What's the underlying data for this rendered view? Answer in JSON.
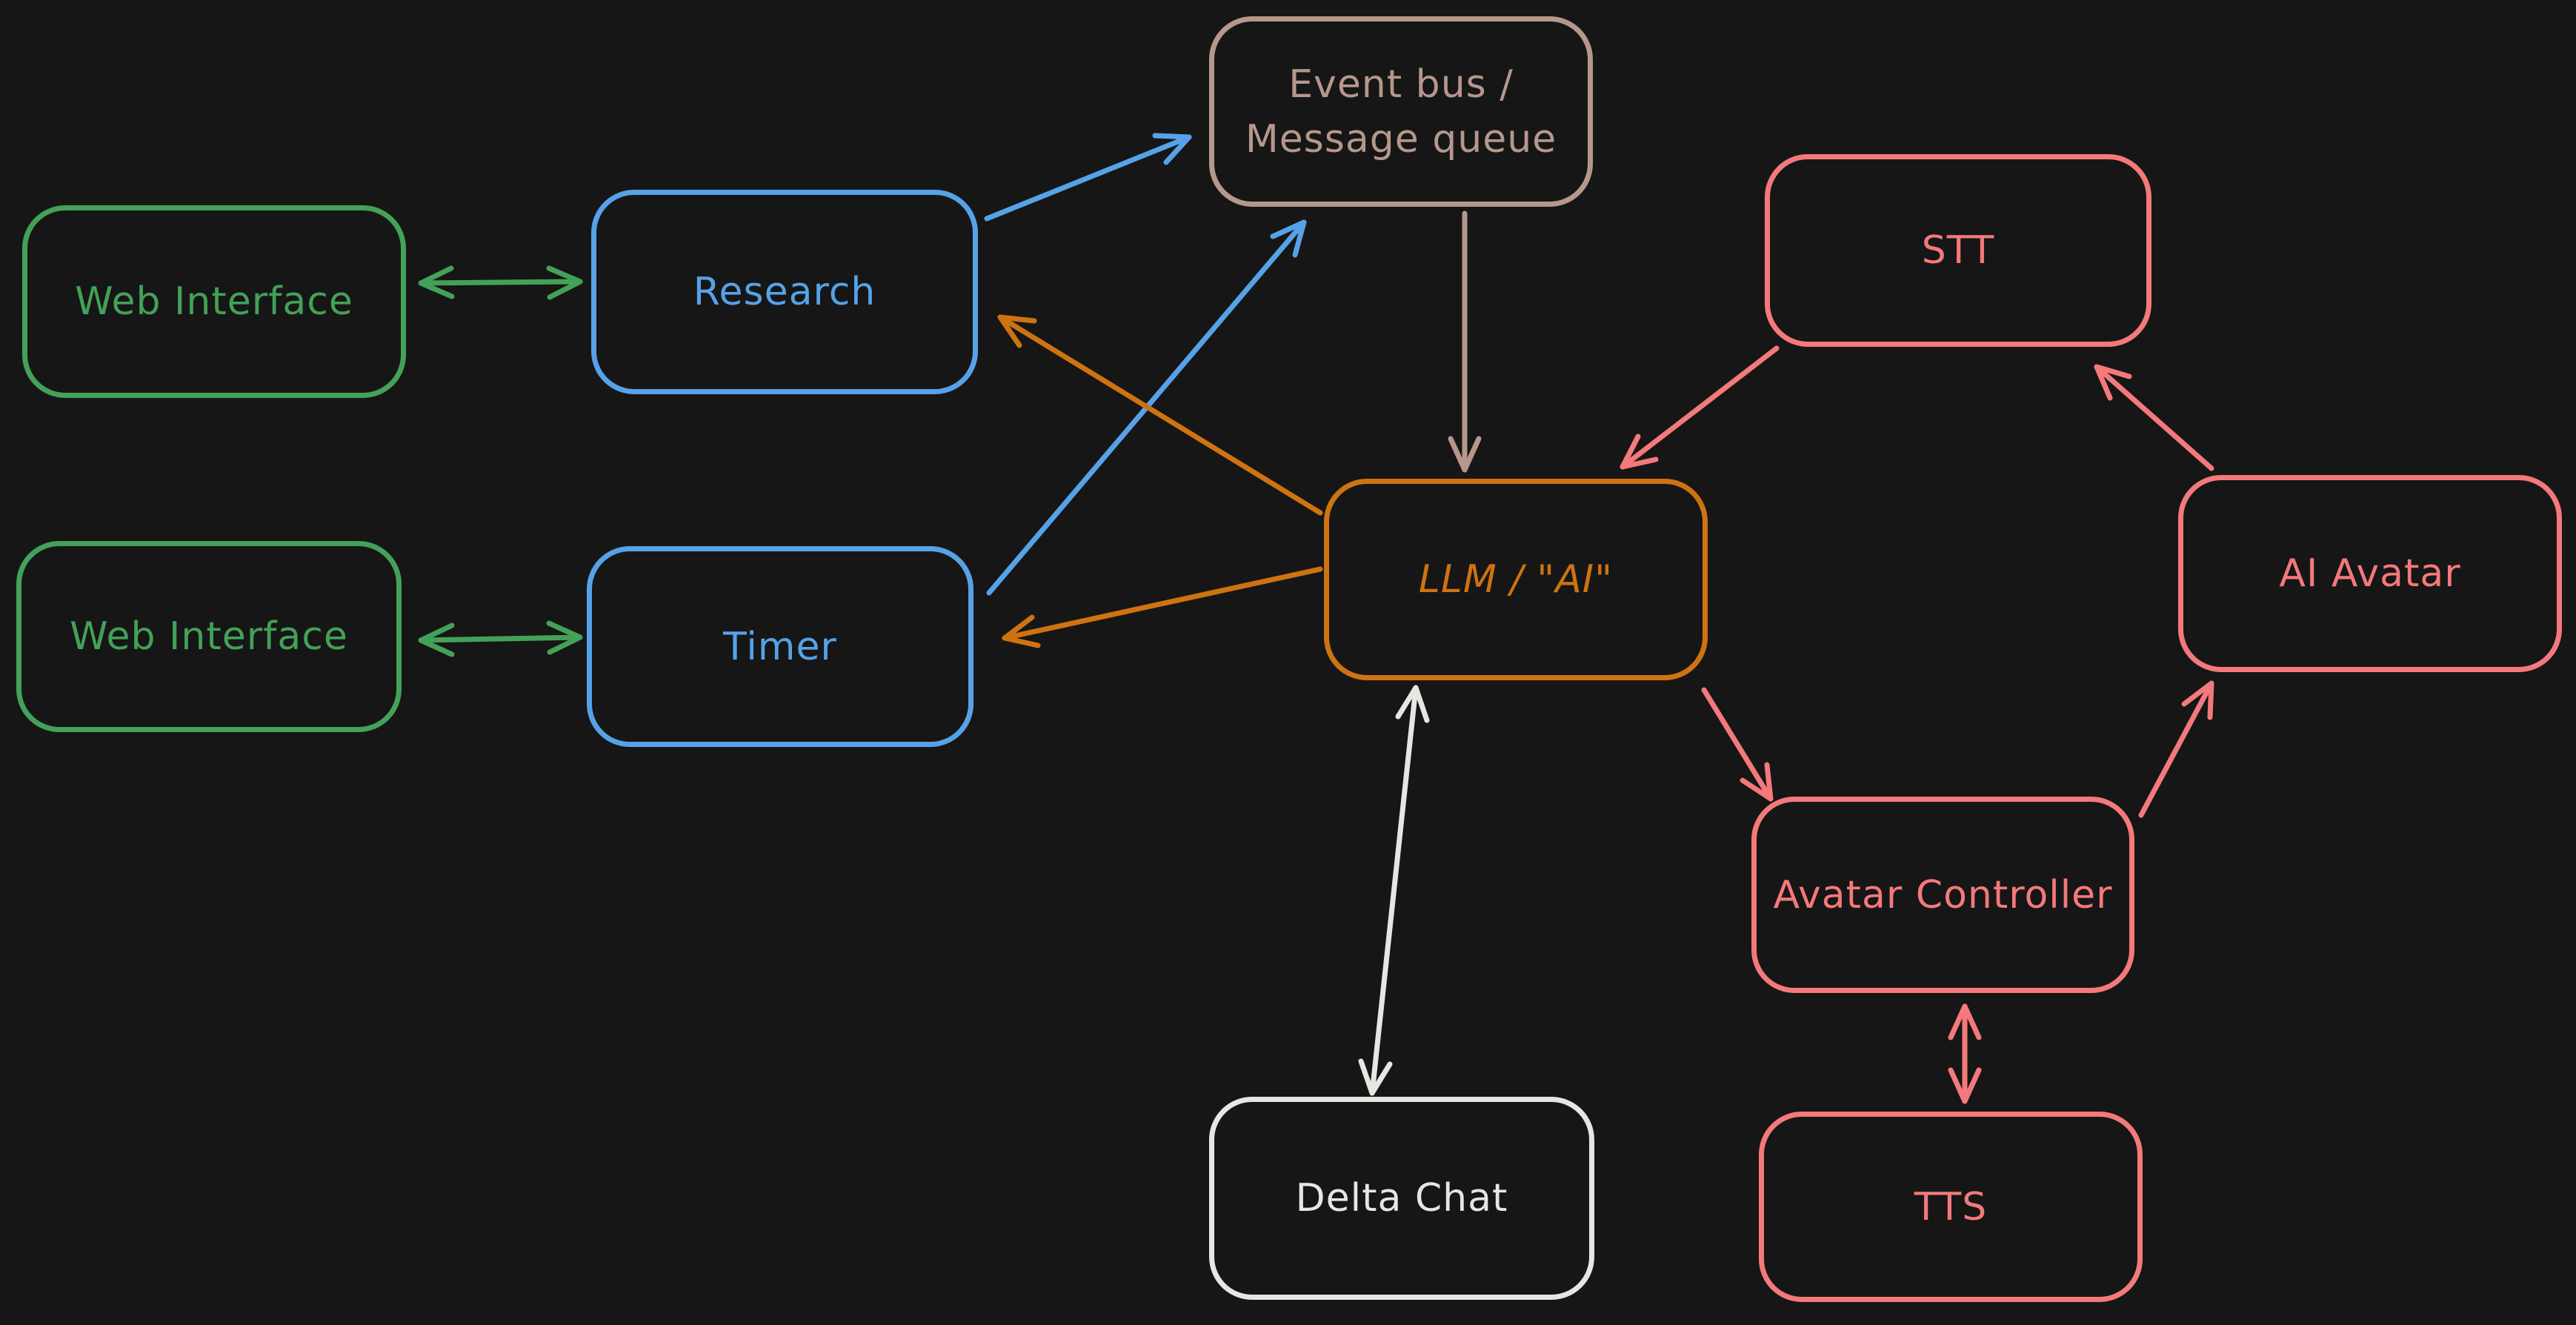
{
  "canvas": {
    "background": "#161616"
  },
  "colors": {
    "green": "#43a158",
    "blue": "#56a2e8",
    "orange": "#ce7311",
    "taupe": "#b6978c",
    "pink": "#f4797b",
    "white": "#e8e6e3"
  },
  "nodes": {
    "web_interface_1": {
      "label": "Web Interface",
      "color": "green"
    },
    "web_interface_2": {
      "label": "Web Interface",
      "color": "green"
    },
    "research": {
      "label": "Research",
      "color": "blue"
    },
    "timer": {
      "label": "Timer",
      "color": "blue"
    },
    "event_bus": {
      "label_line1": "Event bus /",
      "label_line2": "Message queue",
      "color": "taupe"
    },
    "llm": {
      "label": "LLM / \"AI\"",
      "color": "orange"
    },
    "delta_chat": {
      "label": "Delta Chat",
      "color": "white"
    },
    "stt": {
      "label": "STT",
      "color": "pink"
    },
    "ai_avatar": {
      "label": "AI Avatar",
      "color": "pink"
    },
    "avatar_controller": {
      "label": "Avatar Controller",
      "color": "pink"
    },
    "tts": {
      "label": "TTS",
      "color": "pink"
    }
  },
  "edges": {
    "web1-research": {
      "from": "web_interface_1",
      "to": "research",
      "color": "green",
      "bidirectional": true
    },
    "web2-timer": {
      "from": "web_interface_2",
      "to": "timer",
      "color": "green",
      "bidirectional": true
    },
    "research-eventbus": {
      "from": "research",
      "to": "event_bus",
      "color": "blue",
      "bidirectional": false
    },
    "timer-eventbus": {
      "from": "timer",
      "to": "event_bus",
      "color": "blue",
      "bidirectional": false
    },
    "eventbus-llm": {
      "from": "event_bus",
      "to": "llm",
      "color": "taupe",
      "bidirectional": false
    },
    "llm-research": {
      "from": "llm",
      "to": "research",
      "color": "orange",
      "bidirectional": false
    },
    "llm-timer": {
      "from": "llm",
      "to": "timer",
      "color": "orange",
      "bidirectional": false
    },
    "llm-deltachat": {
      "from": "llm",
      "to": "delta_chat",
      "color": "white",
      "bidirectional": true
    },
    "stt-llm": {
      "from": "stt",
      "to": "llm",
      "color": "pink",
      "bidirectional": false
    },
    "llm-avatarcontroller": {
      "from": "llm",
      "to": "avatar_controller",
      "color": "pink",
      "bidirectional": false
    },
    "avatarcontroller-aiavatar": {
      "from": "avatar_controller",
      "to": "ai_avatar",
      "color": "pink",
      "bidirectional": false
    },
    "aiavatar-stt": {
      "from": "ai_avatar",
      "to": "stt",
      "color": "pink",
      "bidirectional": false
    },
    "avatarcontroller-tts": {
      "from": "avatar_controller",
      "to": "tts",
      "color": "pink",
      "bidirectional": true
    }
  }
}
